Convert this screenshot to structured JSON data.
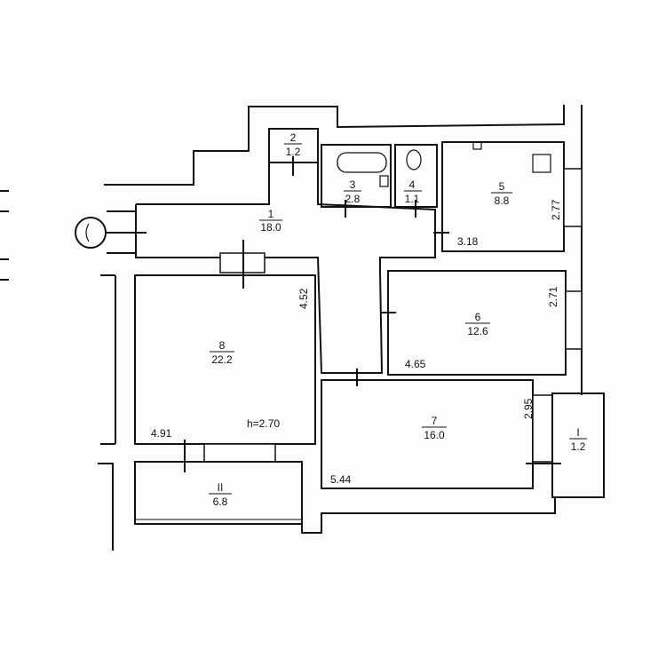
{
  "plan": {
    "rooms": [
      {
        "num": "1",
        "area": "18.0"
      },
      {
        "num": "2",
        "area": "1.2"
      },
      {
        "num": "3",
        "area": "2.8"
      },
      {
        "num": "4",
        "area": "1.1"
      },
      {
        "num": "5",
        "area": "8.8"
      },
      {
        "num": "6",
        "area": "12.6"
      },
      {
        "num": "7",
        "area": "16.0"
      },
      {
        "num": "8",
        "area": "22.2"
      },
      {
        "num": "I",
        "area": "1.2"
      },
      {
        "num": "II",
        "area": "6.8"
      }
    ],
    "dimensions": {
      "room5_height": "2.77",
      "room5_width": "3.18",
      "room6_height": "2.71",
      "room6_width": "4.65",
      "room7_height": "2.95",
      "room7_width": "5.44",
      "room8_height": "4.52",
      "room8_width": "4.91",
      "ceiling_height": "h=2.70"
    }
  }
}
